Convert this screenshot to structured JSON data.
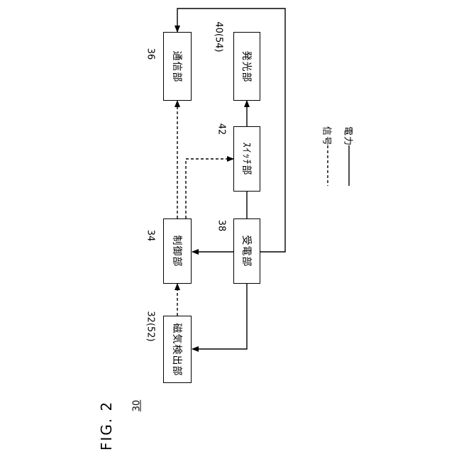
{
  "figure": {
    "label": "FIG. 2",
    "system_ref": "30"
  },
  "blocks": {
    "comm": {
      "label": "通信部",
      "ref": "36"
    },
    "light": {
      "label": "発光部",
      "ref": "40(54)"
    },
    "switch": {
      "label": "ｽｲｯﾁ部",
      "ref": "42"
    },
    "control": {
      "label": "制御部",
      "ref": "34"
    },
    "receive": {
      "label": "受電部",
      "ref": "38"
    },
    "magnetic": {
      "label": "磁気検出部",
      "ref": "32(52)"
    }
  },
  "legend": {
    "signal": "信号",
    "power": "電力"
  }
}
